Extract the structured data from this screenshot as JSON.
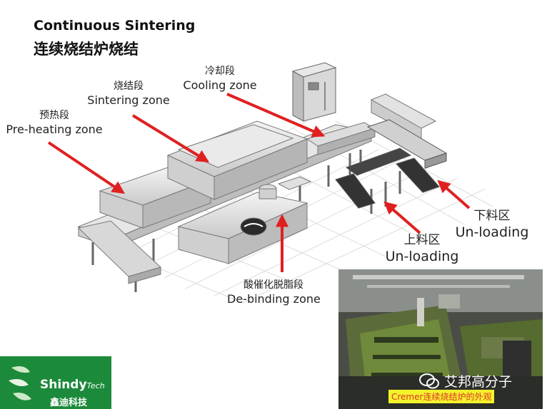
{
  "title": {
    "en": "Continuous Sintering",
    "cn": "连续烧结炉烧结"
  },
  "zones": {
    "preheat": {
      "cn": "预热段",
      "en": "Pre-heating zone"
    },
    "sinter": {
      "cn": "烧结段",
      "en": "Sintering zone"
    },
    "cooling": {
      "cn": "冷却段",
      "en": "Cooling zone"
    },
    "debind": {
      "cn": "酸催化脱脂段",
      "en": "De-binding zone"
    },
    "load": {
      "cn": "上料区",
      "en": "Un-loading"
    },
    "unload": {
      "cn": "下料区",
      "en": "Un-loading"
    }
  },
  "photo": {
    "caption": "Cremer连续烧结炉的外观",
    "watermark": "艾邦高分子"
  },
  "logo": {
    "brand": "Shindy",
    "brand_suffix": "Tech",
    "cn": "鑫迪科技"
  },
  "colors": {
    "arrow": "#e02020",
    "logo_green": "#1b8a3a",
    "caption_bg": "#f3f32a"
  }
}
